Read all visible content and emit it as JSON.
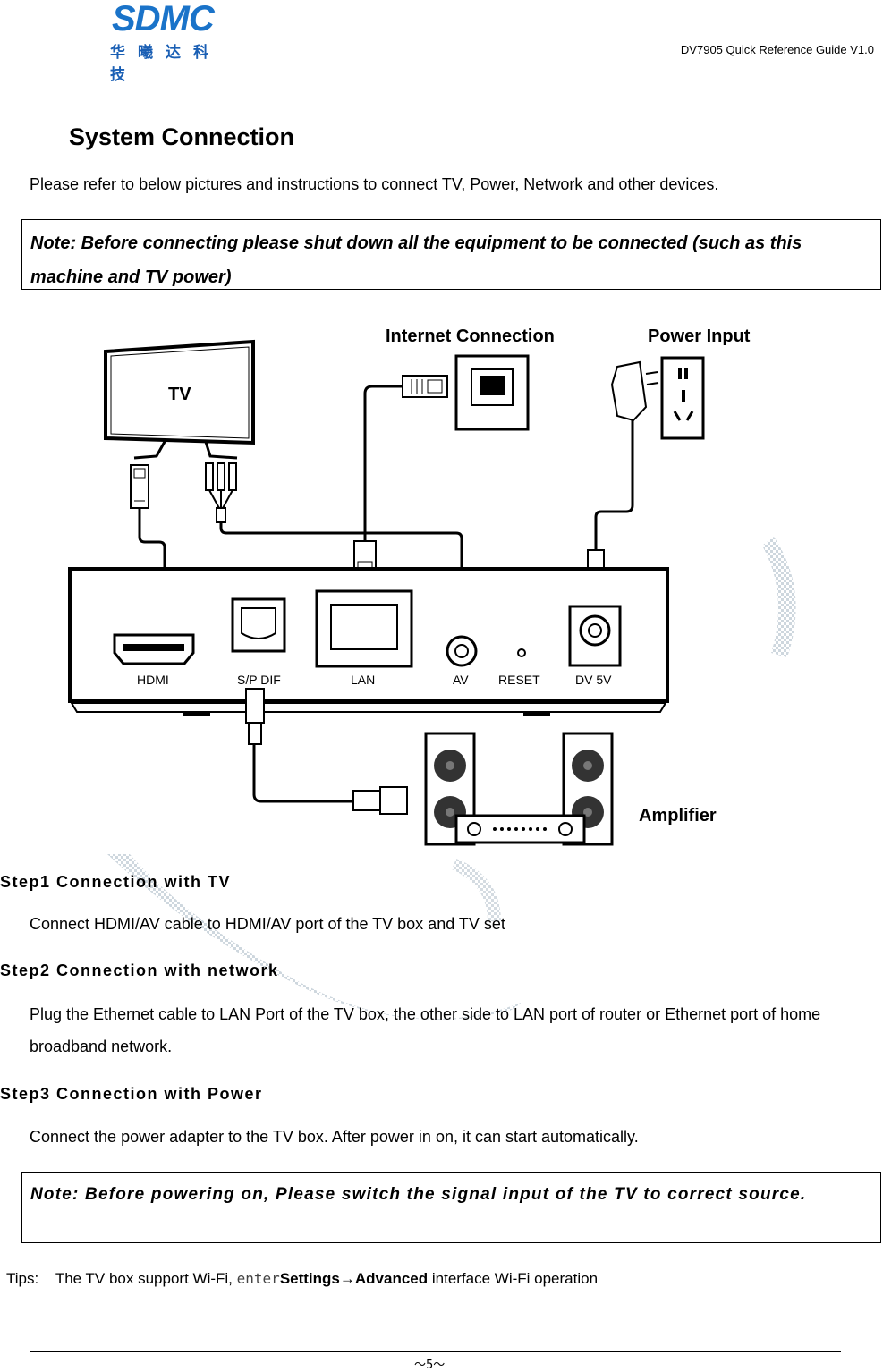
{
  "header": {
    "logo_text": "SDMC",
    "logo_chinese": "华曦达科技",
    "doc_title": "DV7905 Quick Reference Guide V1.0"
  },
  "section": {
    "title": "System Connection",
    "intro": "Please refer to below pictures and instructions to connect TV, Power, Network and other devices.",
    "note_top": "Note: Before connecting please shut down all the equipment to be connected (such as this machine and TV power)"
  },
  "diagram": {
    "labels": {
      "tv": "TV",
      "internet": "Internet Connection",
      "power": "Power Input",
      "amplifier": "Amplifier"
    },
    "ports": [
      "HDMI",
      "S/P DIF",
      "LAN",
      "AV",
      "RESET",
      "DV 5V"
    ],
    "icon_names": [
      "tv-icon",
      "ethernet-wall-socket-icon",
      "power-adapter-icon",
      "power-outlet-icon",
      "tv-box-icon",
      "amplifier-speakers-icon"
    ]
  },
  "steps": [
    {
      "heading": "Step1  Connection with TV",
      "text": "Connect HDMI/AV cable to HDMI/AV port of the TV box and TV set"
    },
    {
      "heading": "Step2  Connection with network",
      "text": "Plug the Ethernet cable to LAN Port of the TV box, the other side to LAN port of router or Ethernet port of home broadband network."
    },
    {
      "heading": "Step3  Connection with Power",
      "text": "Connect the power adapter to the TV box. After power in on, it can start automatically."
    }
  ],
  "note_bottom": "Note: Before powering on, Please switch the signal input of the TV to correct source.",
  "tips": {
    "label": "Tips:",
    "text_1": "The TV box support Wi-Fi,",
    "enter": "enter",
    "settings": "Settings",
    "arrow": "→",
    "advanced": "Advanced",
    "text_2": "interface Wi-Fi operation"
  },
  "footer": {
    "page": "～5～"
  },
  "colors": {
    "logo_blue": "#1a73c9",
    "watermark": "#c8d3dc"
  }
}
